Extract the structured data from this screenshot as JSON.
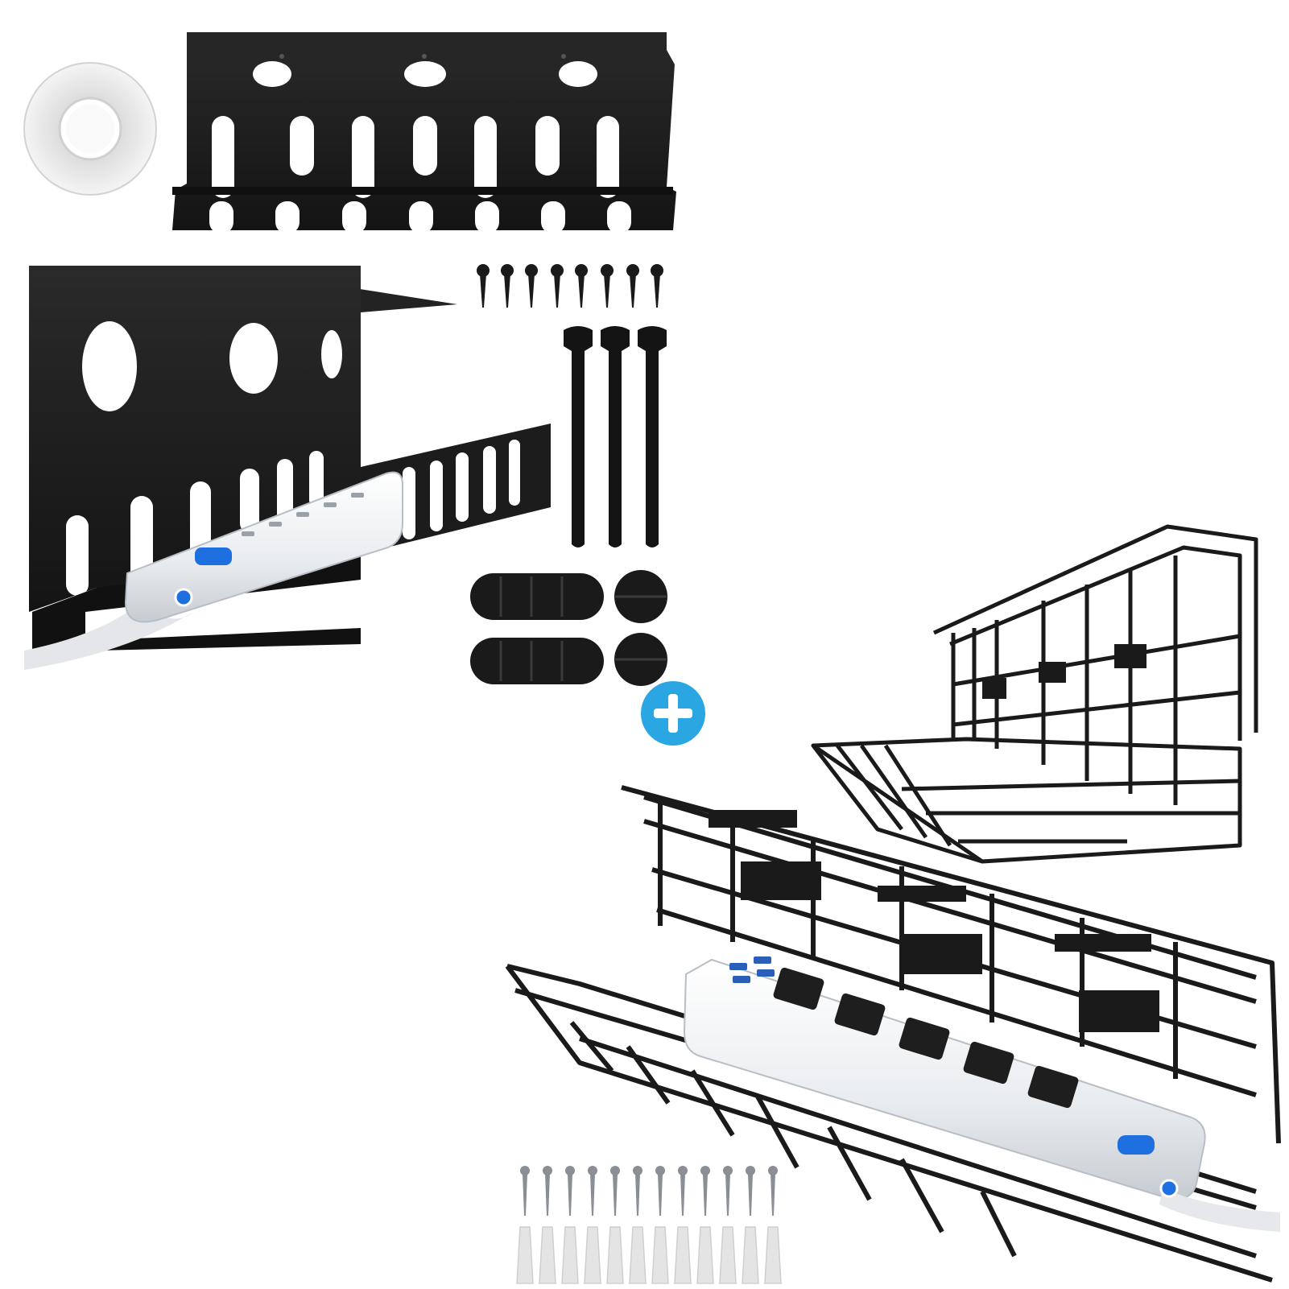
{
  "colors": {
    "background": "#ffffff",
    "metal": "#1e1e1e",
    "metal_edge": "#0d0d0d",
    "wire": "#1a1a1a",
    "strip_body": "#f1f3f5",
    "strip_shadow": "#c9ced4",
    "switch_blue": "#1e6fe0",
    "plus_badge": "#2aa6e2",
    "tape": "#eeeeee",
    "anchor": "#e4e4e4"
  },
  "icons": {
    "plus": "plus-icon"
  },
  "kit": {
    "screw_count_small": 8,
    "velcro_tie_count": 3,
    "screw_count_large": 12,
    "anchor_count": 12
  }
}
